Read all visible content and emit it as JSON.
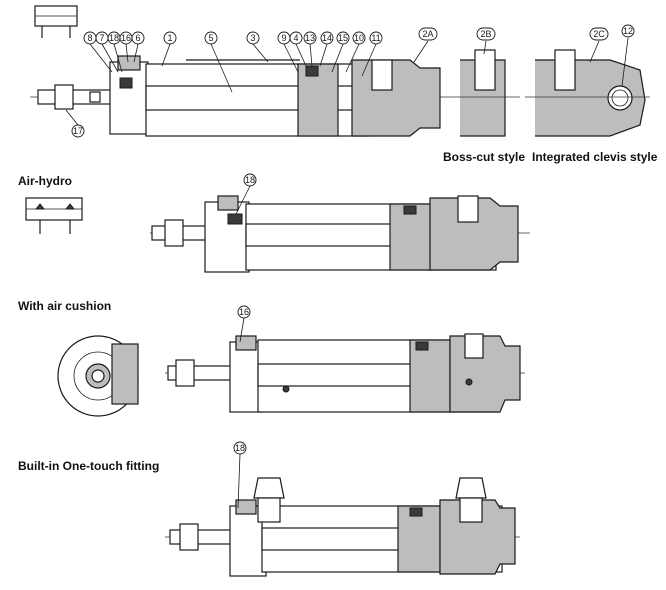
{
  "labels": {
    "boss_cut": "Boss-cut style",
    "integrated_clevis": "Integrated clevis style",
    "air_hydro": "Air-hydro",
    "air_cushion": "With air cushion",
    "one_touch": "Built-in One-touch fitting"
  },
  "callouts": {
    "c8": "8",
    "c7": "7",
    "c18": "18",
    "c16": "16",
    "c6": "6",
    "c1": "1",
    "c5": "5",
    "c3": "3",
    "c9": "9",
    "c4": "4",
    "c13": "13",
    "c14": "14",
    "c15": "15",
    "c10": "10",
    "c11": "11",
    "c2A": "2A",
    "c2B": "2B",
    "c2C": "2C",
    "c12": "12",
    "c17": "17",
    "c18_airhydro": "18",
    "c16_cushion": "16",
    "c18_onetouch": "18"
  }
}
